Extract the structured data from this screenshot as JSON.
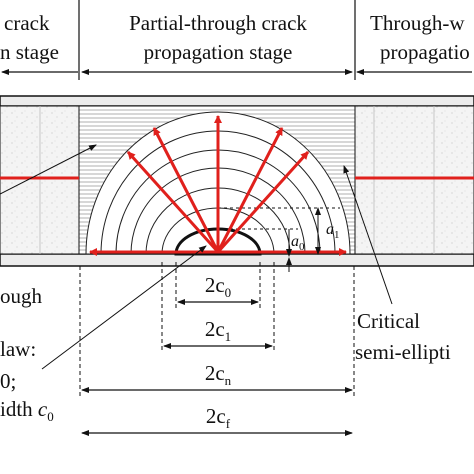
{
  "stages": {
    "left_top": "crack",
    "left_bottom": "n stage",
    "middle_top": "Partial-through crack",
    "middle_bottom": "propagation stage",
    "right_top": "Through-w",
    "right_bottom": "propagatio"
  },
  "depth_labels": {
    "a0_base": "a",
    "a0_sub": "0",
    "a1_base": "a",
    "a1_sub": "1"
  },
  "width_dimensions": [
    {
      "base": "2c",
      "sub": "0"
    },
    {
      "base": "2c",
      "sub": "1"
    },
    {
      "base": "2c",
      "sub": "n"
    },
    {
      "base": "2c",
      "sub": "f"
    }
  ],
  "left_notes": {
    "line1": "ough",
    "line2": "law:",
    "line3": "0;",
    "line4_prefix": "idth ",
    "line4_base": "c",
    "line4_sub": "0"
  },
  "right_notes": {
    "line1": "Critical",
    "line2": "semi-ellipti"
  },
  "colors": {
    "crack": "#e0201c",
    "line": "#111111",
    "hatch": "#9a9a9a",
    "concrete": "#f3f3f3"
  }
}
